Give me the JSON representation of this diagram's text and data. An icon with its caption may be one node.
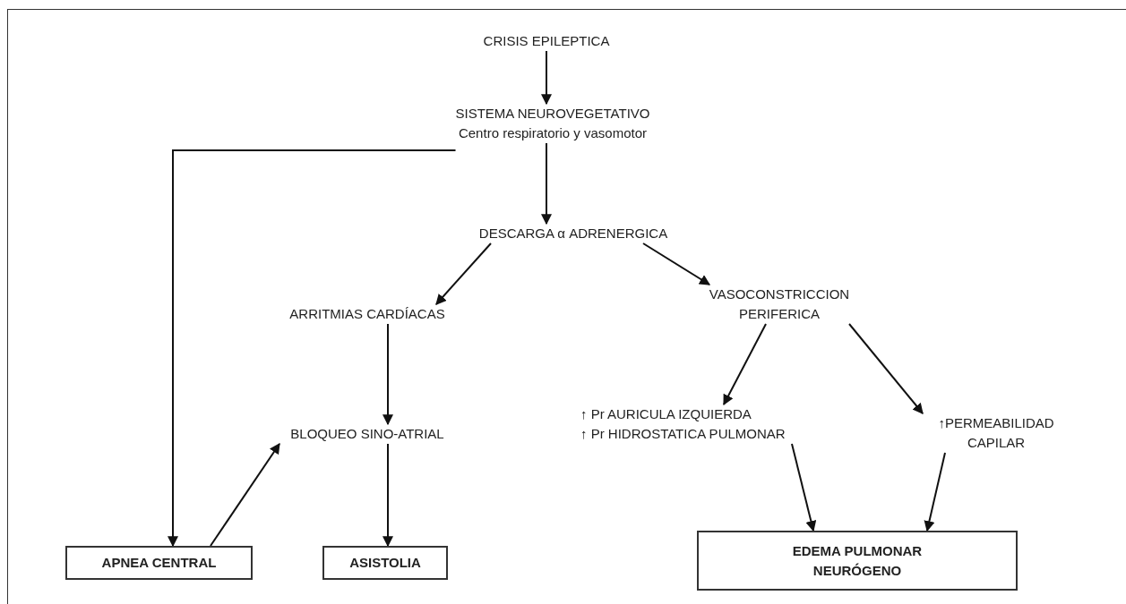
{
  "diagram": {
    "nodes": [
      {
        "text": [
          "CRISIS EPILEPTICA"
        ]
      },
      {
        "text": [
          "SISTEMA NEUROVEGETATIVO",
          "Centro respiratorio y vasomotor"
        ]
      },
      {
        "text": [
          "DESCARGA α ADRENERGICA"
        ]
      },
      {
        "text": [
          "ARRITMIAS CARDÍACAS"
        ]
      },
      {
        "text": [
          "VASOCONSTRICCION PERIFERICA"
        ]
      },
      {
        "text": [
          "BLOQUEO SINO-ATRIAL"
        ]
      },
      {
        "text": [
          "↑ Pr AURICULA IZQUIERDA",
          "↑ Pr HIDROSTATICA PULMONAR"
        ]
      },
      {
        "text": [
          "↑PERMEABILIDAD CAPILAR"
        ]
      },
      {
        "text": [
          "APNEA CENTRAL"
        ]
      },
      {
        "text": [
          "ASISTOLIA"
        ]
      },
      {
        "text": [
          "EDEMA PULMONAR NEURÓGENO"
        ]
      }
    ],
    "edges": [
      {
        "from": 0,
        "to": 1,
        "arrow": "to"
      },
      {
        "from": 1,
        "to": 2,
        "arrow": "to"
      },
      {
        "from": 1,
        "to": 8,
        "arrow": "to"
      },
      {
        "from": 2,
        "to": 3,
        "arrow": "to"
      },
      {
        "from": 2,
        "to": 4,
        "arrow": "to"
      },
      {
        "from": 3,
        "to": 5,
        "arrow": "to"
      },
      {
        "from": 8,
        "to": 5,
        "arrow": "to"
      },
      {
        "from": 5,
        "to": 9,
        "arrow": "to"
      },
      {
        "from": 4,
        "to": 6,
        "arrow": "to"
      },
      {
        "from": 4,
        "to": 7,
        "arrow": "to"
      },
      {
        "from": 6,
        "to": 10,
        "arrow": "to"
      },
      {
        "from": 7,
        "to": 10,
        "arrow": "to"
      }
    ]
  }
}
